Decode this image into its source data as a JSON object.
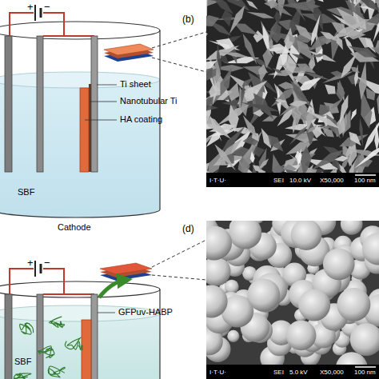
{
  "diagram": {
    "labels": [
      "+",
      "−",
      "(b)",
      "Ti sheet",
      "Nanotubular Ti",
      "HA coating",
      "SBF",
      "I·T·U·",
      "SEI",
      "10.0 kV",
      "X50,000",
      "100 nm",
      "Cathode",
      "+",
      "−",
      "(d)",
      "GFPuv-HABP",
      "SBF",
      "I·T·U·",
      "SEI",
      "5.0 kV",
      "X50,000",
      "100 nm"
    ]
  }
}
